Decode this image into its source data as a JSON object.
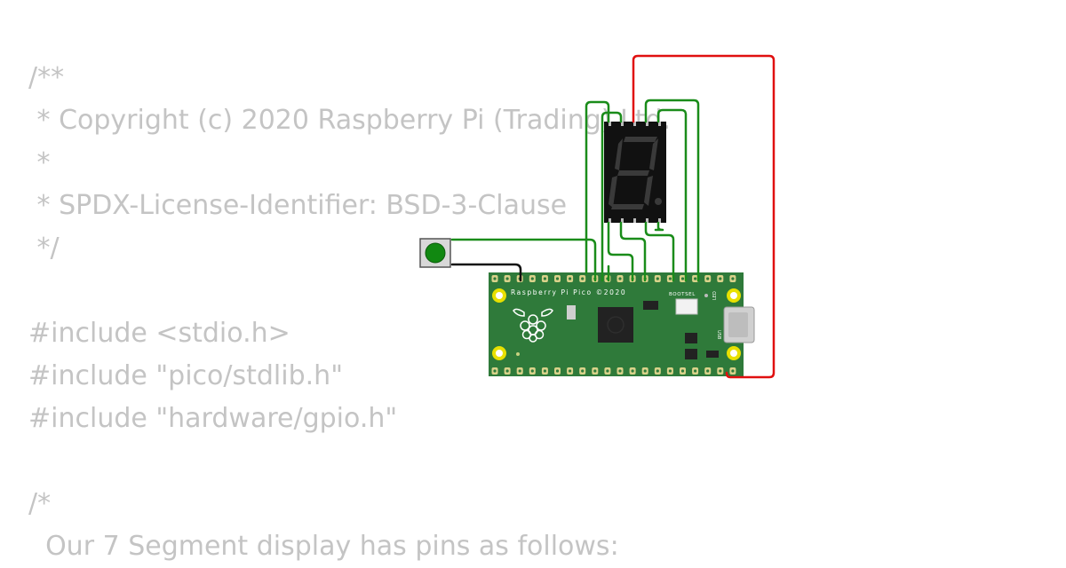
{
  "code": {
    "lines": [
      "/**",
      " * Copyright (c) 2020 Raspberry Pi (Trading) Ltd.",
      " *",
      " * SPDX-License-Identifier: BSD-3-Clause",
      " */",
      "#include <stdio.h>",
      "#include \"pico/stdlib.h\"",
      "#include \"hardware/gpio.h\"",
      "/*",
      "  Our 7 Segment display has pins as follows:"
    ]
  },
  "board": {
    "label": "Raspberry Pi Pico ©2020",
    "bootsel_label": "BOOTSEL",
    "led_label": "LED",
    "usb_label": "USB"
  },
  "colors": {
    "wire_green": "#1a8c1a",
    "wire_red": "#e01010",
    "wire_black": "#111111",
    "pcb": "#2f7a3a",
    "display_body": "#111111",
    "segment_off": "#3a3a3a",
    "button_cap": "#118811",
    "code_text": "#c4c4c4"
  }
}
